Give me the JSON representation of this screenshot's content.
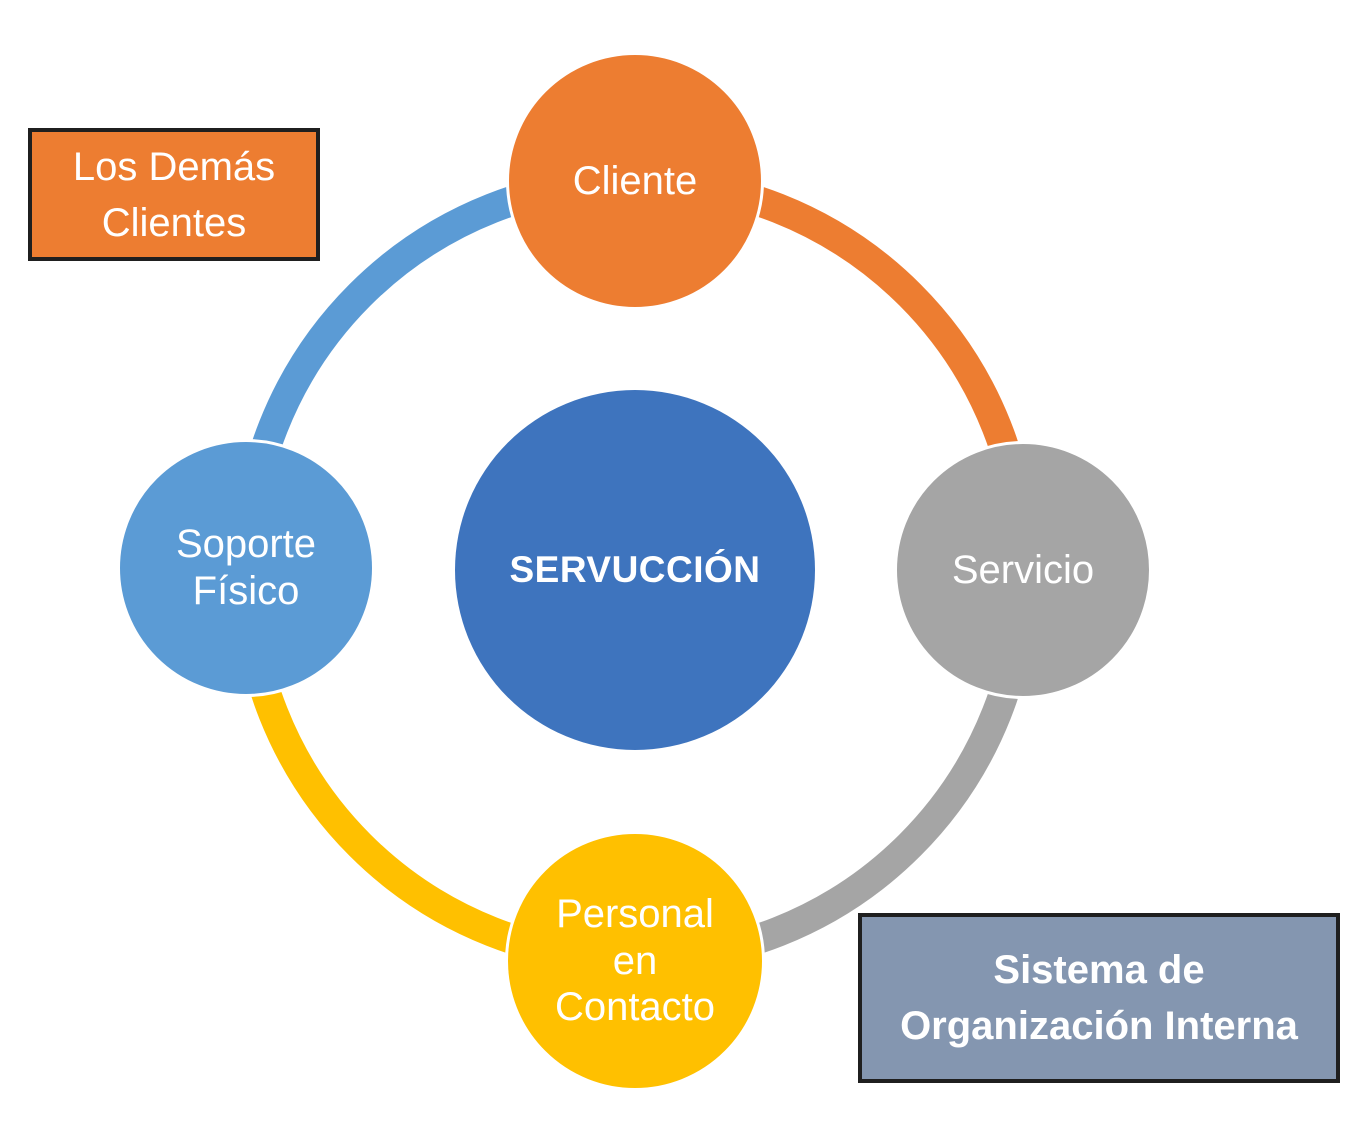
{
  "background": "#FFFFFF",
  "center": {
    "label": "SERVUCCIÓN",
    "color": "#3E74BE",
    "text_color": "#FFFFFF"
  },
  "nodes": {
    "cliente": {
      "lines": [
        "Cliente"
      ],
      "color": "#ED7D31",
      "text_color": "#FFFFFF",
      "position": "top"
    },
    "servicio": {
      "lines": [
        "Servicio"
      ],
      "color": "#A5A5A5",
      "text_color": "#FFFFFF",
      "position": "right"
    },
    "personal": {
      "lines": [
        "Personal",
        "en",
        "Contacto"
      ],
      "color": "#FFC000",
      "text_color": "#FFFFFF",
      "position": "bottom"
    },
    "soporte": {
      "lines": [
        "Soporte",
        "Físico"
      ],
      "color": "#5B9BD5",
      "text_color": "#FFFFFF",
      "position": "left"
    }
  },
  "arcs": {
    "soporte_to_cliente": {
      "color": "#5B9BD5"
    },
    "cliente_to_servicio": {
      "color": "#ED7D31"
    },
    "servicio_to_personal": {
      "color": "#A5A5A5"
    },
    "personal_to_soporte": {
      "color": "#FFC000"
    }
  },
  "callouts": {
    "los_demas_clientes": {
      "lines": [
        "Los Demás",
        "Clientes"
      ],
      "fill": "#ED7D31",
      "border": "#1F1F1F",
      "text_color": "#FFFFFF"
    },
    "sistema_organizacion_interna": {
      "lines": [
        "Sistema de",
        "Organización Interna"
      ],
      "fill": "#8496B0",
      "border": "#1F1F1F",
      "text_color": "#FFFFFF"
    }
  }
}
